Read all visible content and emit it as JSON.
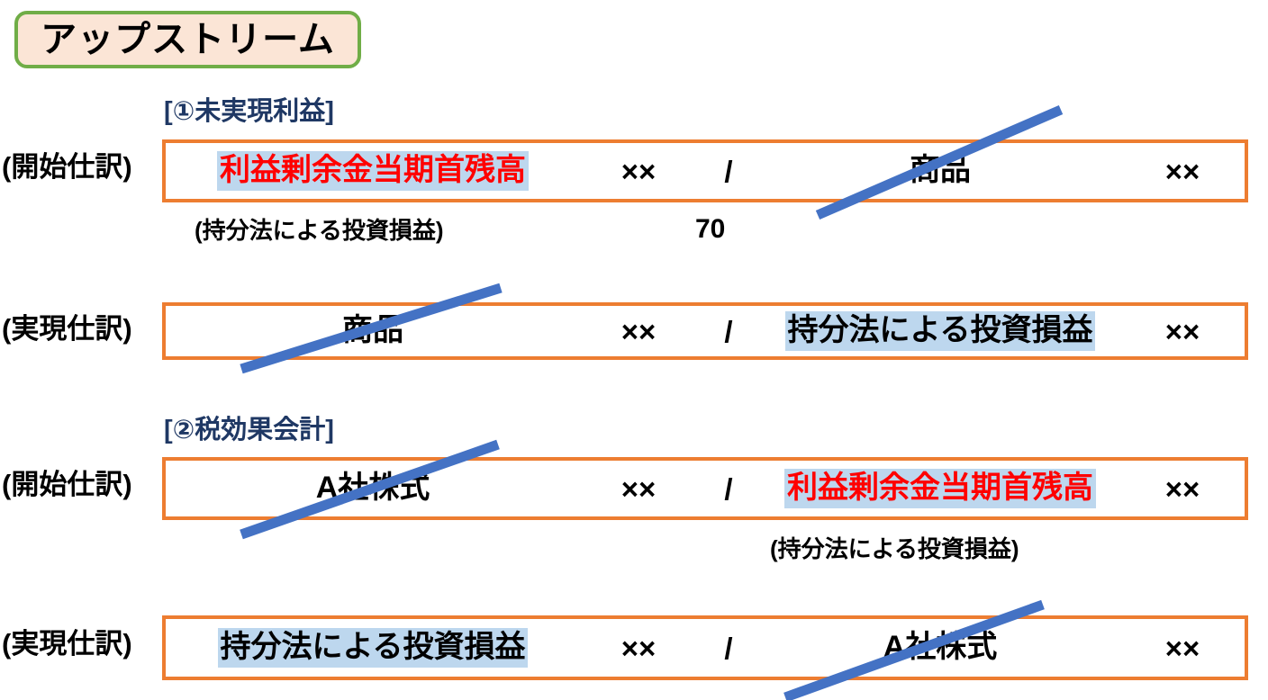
{
  "title": {
    "label": "アップストリーム",
    "border_color": "#70AD47",
    "fill_color": "#FBE5D6"
  },
  "palette": {
    "box_border": "#ED7D31",
    "highlight": "#BDD7EE",
    "red_text": "#FF0000",
    "heading_navy": "#1F3864",
    "strike_blue": "#4472C4"
  },
  "sections": [
    {
      "heading": "[①未実現利益]"
    },
    {
      "heading": "[②税効果会計]"
    }
  ],
  "rows": [
    {
      "label": "(開始仕訳)",
      "debit": "利益剰余金当期首残高",
      "debit_amount": "××",
      "separator": "/",
      "credit": "商品",
      "credit_amount": "××",
      "annotation_left": "(持分法による投資損益)",
      "annotation_number": "70"
    },
    {
      "label": "(実現仕訳)",
      "debit": "商品",
      "debit_amount": "××",
      "separator": "/",
      "credit": "持分法による投資損益",
      "credit_amount": "××"
    },
    {
      "label": "(開始仕訳)",
      "debit": "A社株式",
      "debit_amount": "××",
      "separator": "/",
      "credit": "利益剰余金当期首残高",
      "credit_amount": "××",
      "annotation_right": "(持分法による投資損益)"
    },
    {
      "label": "(実現仕訳)",
      "debit": "持分法による投資損益",
      "debit_amount": "××",
      "separator": "/",
      "credit": "A社株式",
      "credit_amount": "××"
    }
  ]
}
